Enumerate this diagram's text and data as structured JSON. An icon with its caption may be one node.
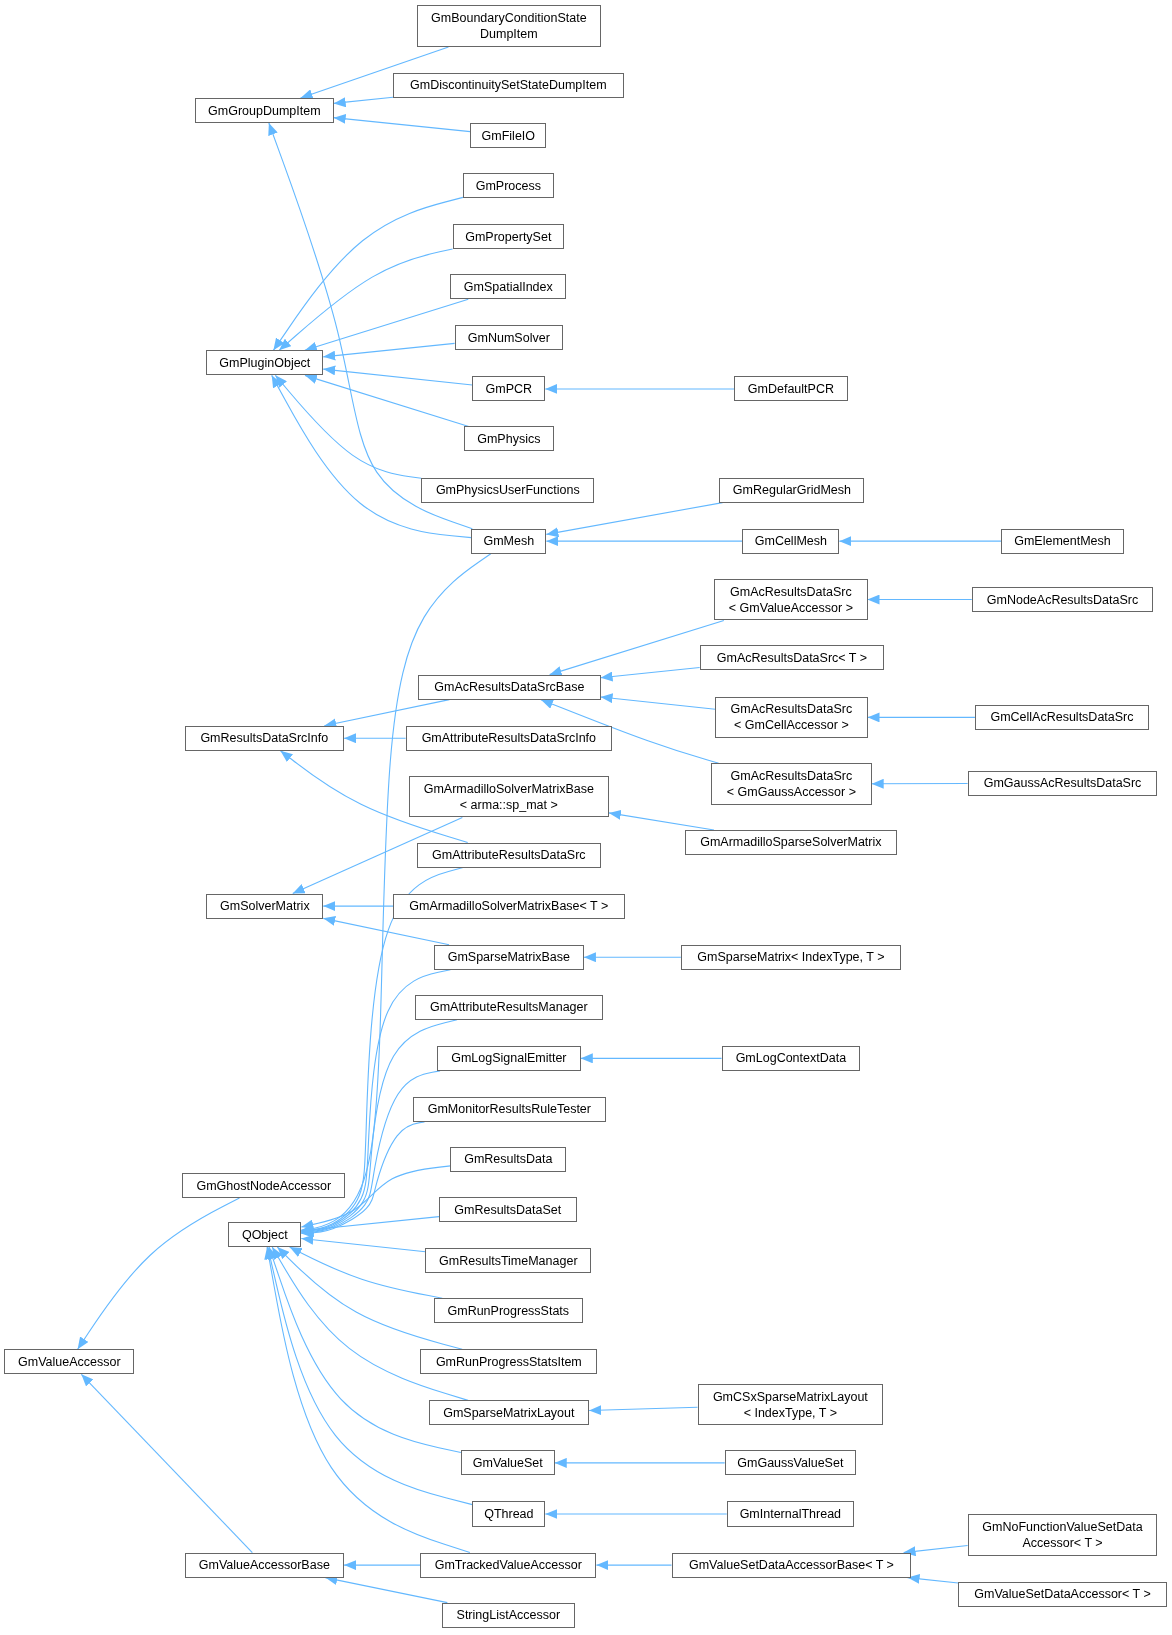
{
  "diagram": {
    "nodes": [
      {
        "text": [
          "GmGroupDumpItem"
        ]
      },
      {
        "text": [
          "GmBoundaryConditionState DumpItem"
        ]
      },
      {
        "text": [
          "GmDiscontinuitySetStateDumpItem"
        ]
      },
      {
        "text": [
          "GmFileIO"
        ]
      },
      {
        "text": [
          "GmProcess"
        ]
      },
      {
        "text": [
          "GmPropertySet"
        ]
      },
      {
        "text": [
          "GmSpatialIndex"
        ]
      },
      {
        "text": [
          "GmNumSolver"
        ]
      },
      {
        "text": [
          "GmPluginObject"
        ]
      },
      {
        "text": [
          "GmPCR"
        ]
      },
      {
        "text": [
          "GmDefaultPCR"
        ]
      },
      {
        "text": [
          "GmPhysics"
        ]
      },
      {
        "text": [
          "GmPhysicsUserFunctions"
        ]
      },
      {
        "text": [
          "GmRegularGridMesh"
        ]
      },
      {
        "text": [
          "GmMesh"
        ]
      },
      {
        "text": [
          "GmCellMesh"
        ]
      },
      {
        "text": [
          "GmElementMesh"
        ]
      },
      {
        "text": [
          "GmAcResultsDataSrc < GmValueAccessor >"
        ]
      },
      {
        "text": [
          "GmNodeAcResultsDataSrc"
        ]
      },
      {
        "text": [
          "GmAcResultsDataSrc< T >"
        ]
      },
      {
        "text": [
          "GmAcResultsDataSrcBase"
        ]
      },
      {
        "text": [
          "GmResultsDataSrcInfo"
        ]
      },
      {
        "text": [
          "GmAttributeResultsDataSrcInfo"
        ]
      },
      {
        "text": [
          "GmAcResultsDataSrc < GmCellAccessor >"
        ]
      },
      {
        "text": [
          "GmCellAcResultsDataSrc"
        ]
      },
      {
        "text": [
          "GmAcResultsDataSrc < GmGaussAccessor >"
        ]
      },
      {
        "text": [
          "GmGaussAcResultsDataSrc"
        ]
      },
      {
        "text": [
          "GmArmadilloSolverMatrixBase < arma::sp_mat >"
        ]
      },
      {
        "text": [
          "GmArmadilloSparseSolverMatrix"
        ]
      },
      {
        "text": [
          "GmAttributeResultsDataSrc"
        ]
      },
      {
        "text": [
          "GmSolverMatrix"
        ]
      },
      {
        "text": [
          "GmArmadilloSolverMatrixBase< T >"
        ]
      },
      {
        "text": [
          "GmSparseMatrixBase"
        ]
      },
      {
        "text": [
          "GmSparseMatrix< IndexType, T >"
        ]
      },
      {
        "text": [
          "GmAttributeResultsManager"
        ]
      },
      {
        "text": [
          "GmLogSignalEmitter"
        ]
      },
      {
        "text": [
          "GmLogContextData"
        ]
      },
      {
        "text": [
          "GmMonitorResultsRuleTester"
        ]
      },
      {
        "text": [
          "GmResultsData"
        ]
      },
      {
        "text": [
          "GmGhostNodeAccessor"
        ]
      },
      {
        "text": [
          "QObject"
        ]
      },
      {
        "text": [
          "GmResultsDataSet"
        ]
      },
      {
        "text": [
          "GmResultsTimeManager"
        ]
      },
      {
        "text": [
          "GmRunProgressStats"
        ]
      },
      {
        "text": [
          "GmValueAccessor"
        ]
      },
      {
        "text": [
          "GmRunProgressStatsItem"
        ]
      },
      {
        "text": [
          "GmSparseMatrixLayout"
        ]
      },
      {
        "text": [
          "GmCSxSparseMatrixLayout < IndexType, T >"
        ]
      },
      {
        "text": [
          "GmValueSet"
        ]
      },
      {
        "text": [
          "GmGaussValueSet"
        ]
      },
      {
        "text": [
          "QThread"
        ]
      },
      {
        "text": [
          "GmInternalThread"
        ]
      },
      {
        "text": [
          "GmNoFunctionValueSetData Accessor< T >"
        ]
      },
      {
        "text": [
          "GmValueAccessorBase"
        ]
      },
      {
        "text": [
          "GmTrackedValueAccessor"
        ]
      },
      {
        "text": [
          "GmValueSetDataAccessorBase< T >"
        ]
      },
      {
        "text": [
          "GmValueSetDataAccessor< T >"
        ]
      },
      {
        "text": [
          "StringListAccessor"
        ]
      }
    ],
    "edges": [
      {
        "from": 1,
        "to": 0,
        "arrow": "to"
      },
      {
        "from": 2,
        "to": 0,
        "arrow": "to"
      },
      {
        "from": 3,
        "to": 0,
        "arrow": "to"
      },
      {
        "from": 14,
        "to": 0,
        "arrow": "to"
      },
      {
        "from": 4,
        "to": 8,
        "arrow": "to"
      },
      {
        "from": 5,
        "to": 8,
        "arrow": "to"
      },
      {
        "from": 6,
        "to": 8,
        "arrow": "to"
      },
      {
        "from": 7,
        "to": 8,
        "arrow": "to"
      },
      {
        "from": 9,
        "to": 8,
        "arrow": "to"
      },
      {
        "from": 11,
        "to": 8,
        "arrow": "to"
      },
      {
        "from": 12,
        "to": 8,
        "arrow": "to"
      },
      {
        "from": 14,
        "to": 8,
        "arrow": "to"
      },
      {
        "from": 10,
        "to": 9,
        "arrow": "to"
      },
      {
        "from": 13,
        "to": 14,
        "arrow": "to"
      },
      {
        "from": 15,
        "to": 14,
        "arrow": "to"
      },
      {
        "from": 16,
        "to": 15,
        "arrow": "to"
      },
      {
        "from": 14,
        "to": 40,
        "arrow": "to"
      },
      {
        "from": 18,
        "to": 17,
        "arrow": "to"
      },
      {
        "from": 17,
        "to": 20,
        "arrow": "to"
      },
      {
        "from": 19,
        "to": 20,
        "arrow": "to"
      },
      {
        "from": 23,
        "to": 20,
        "arrow": "to"
      },
      {
        "from": 25,
        "to": 20,
        "arrow": "to"
      },
      {
        "from": 24,
        "to": 23,
        "arrow": "to"
      },
      {
        "from": 26,
        "to": 25,
        "arrow": "to"
      },
      {
        "from": 20,
        "to": 21,
        "arrow": "to"
      },
      {
        "from": 22,
        "to": 21,
        "arrow": "to"
      },
      {
        "from": 29,
        "to": 21,
        "arrow": "to"
      },
      {
        "from": 28,
        "to": 27,
        "arrow": "to"
      },
      {
        "from": 27,
        "to": 30,
        "arrow": "to"
      },
      {
        "from": 31,
        "to": 30,
        "arrow": "to"
      },
      {
        "from": 32,
        "to": 30,
        "arrow": "to"
      },
      {
        "from": 33,
        "to": 32,
        "arrow": "to"
      },
      {
        "from": 29,
        "to": 40,
        "arrow": "to"
      },
      {
        "from": 32,
        "to": 40,
        "arrow": "to"
      },
      {
        "from": 34,
        "to": 40,
        "arrow": "to"
      },
      {
        "from": 35,
        "to": 40,
        "arrow": "to"
      },
      {
        "from": 36,
        "to": 35,
        "arrow": "to"
      },
      {
        "from": 37,
        "to": 40,
        "arrow": "to"
      },
      {
        "from": 38,
        "to": 40,
        "arrow": "to"
      },
      {
        "from": 39,
        "to": 44,
        "arrow": "to"
      },
      {
        "from": 41,
        "to": 40,
        "arrow": "to"
      },
      {
        "from": 42,
        "to": 40,
        "arrow": "to"
      },
      {
        "from": 43,
        "to": 40,
        "arrow": "to"
      },
      {
        "from": 45,
        "to": 40,
        "arrow": "to"
      },
      {
        "from": 46,
        "to": 40,
        "arrow": "to"
      },
      {
        "from": 47,
        "to": 46,
        "arrow": "to"
      },
      {
        "from": 48,
        "to": 40,
        "arrow": "to"
      },
      {
        "from": 49,
        "to": 48,
        "arrow": "to"
      },
      {
        "from": 50,
        "to": 40,
        "arrow": "to"
      },
      {
        "from": 51,
        "to": 50,
        "arrow": "to"
      },
      {
        "from": 54,
        "to": 40,
        "arrow": "to"
      },
      {
        "from": 53,
        "to": 44,
        "arrow": "to"
      },
      {
        "from": 54,
        "to": 53,
        "arrow": "to"
      },
      {
        "from": 57,
        "to": 53,
        "arrow": "to"
      },
      {
        "from": 55,
        "to": 54,
        "arrow": "to"
      },
      {
        "from": 52,
        "to": 55,
        "arrow": "to"
      },
      {
        "from": 56,
        "to": 55,
        "arrow": "to"
      }
    ]
  }
}
